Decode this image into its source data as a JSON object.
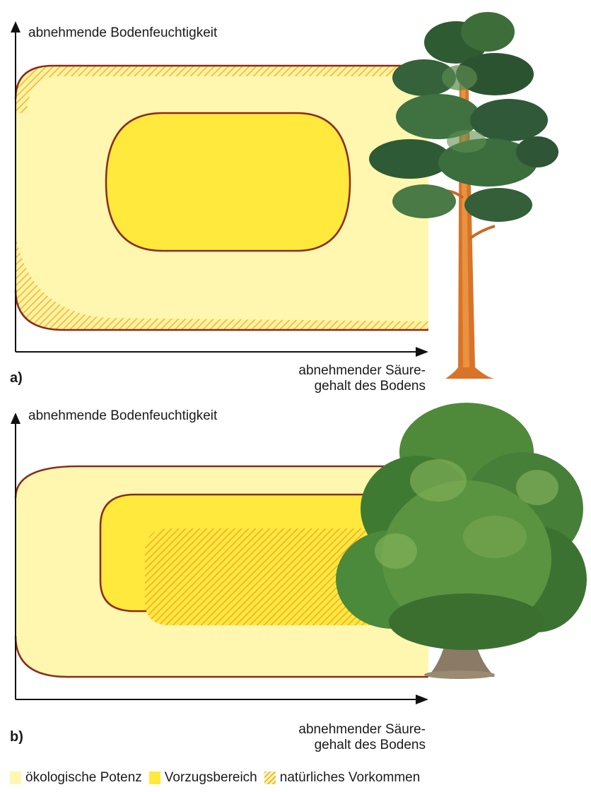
{
  "colors": {
    "oekologische_potenz": "#fff7b0",
    "vorzugsbereich": "#ffe93c",
    "natuerliches_vorkommen_hatch": "#f2b23a",
    "boundary_line": "#8b2a1a",
    "axis": "#111111"
  },
  "panel_a": {
    "label": "a)",
    "y_axis_label": "abnehmende Bodenfeuchtigkeit",
    "x_axis_label_line1": "abnehmender Säure-",
    "x_axis_label_line2": "gehalt des Bodens",
    "tree": "pine-tree-icon"
  },
  "panel_b": {
    "label": "b)",
    "y_axis_label": "abnehmende Bodenfeuchtigkeit",
    "x_axis_label_line1": "abnehmender Säure-",
    "x_axis_label_line2": "gehalt des Bodens",
    "tree": "beech-tree-icon"
  },
  "legend": {
    "item1": "ökologische Potenz",
    "item2": "Vorzugsbereich",
    "item3": "natürliches Vorkommen"
  }
}
